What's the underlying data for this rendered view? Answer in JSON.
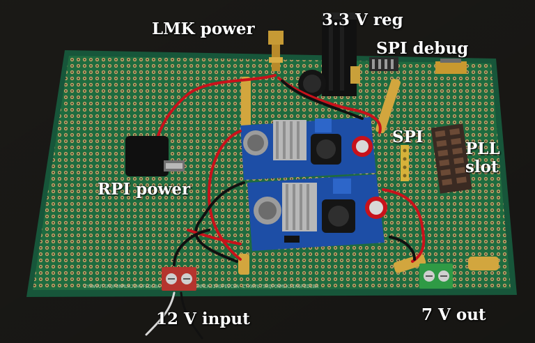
{
  "photo": {
    "subject": "perfboard-power-board",
    "colors": {
      "background": "#1b1a17",
      "board": "#1f6b3f",
      "board_hole": "#c7a86a",
      "regulator_module": "#1d4ea6",
      "red_wire": "#c8121b",
      "terminal_red": "#b5352e",
      "terminal_green": "#2f9a45",
      "label_text": "#ffffff"
    }
  },
  "labels": {
    "lmk_power": "LMK power",
    "reg_33": "3.3 V reg",
    "spi_debug": "SPI debug",
    "spi": "SPI",
    "pll_slot": "PLL\nslot",
    "rpi_power": "RPI power",
    "input_12v": "12 V input",
    "out_7v": "7 V out"
  }
}
